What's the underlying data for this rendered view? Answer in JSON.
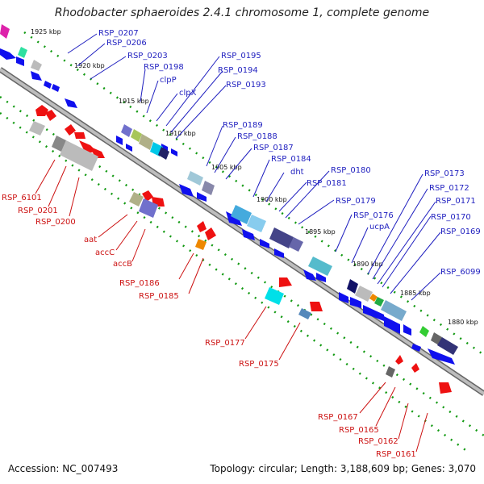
{
  "title": "Rhodobacter sphaeroides 2.4.1 chromosome 1, complete genome",
  "footer": {
    "accession": "Accession: NC_007493",
    "summary": "Topology: circular; Length: 3,188,609 bp; Genes: 3,070"
  },
  "scale_labels": [
    "1925 kbp",
    "1920 kbp",
    "1915 kbp",
    "1910 kbp",
    "1905 kbp",
    "1900 kbp",
    "1895 kbp",
    "1890 kbp",
    "1885 kbp",
    "1880 kbp"
  ],
  "genes_top": [
    "RSP_0207",
    "RSP_0206",
    "RSP_0203",
    "RSP_0198",
    "clpP",
    "clpX",
    "RSP_0195",
    "RSP_0194",
    "RSP_0193",
    "RSP_0189",
    "RSP_0188",
    "RSP_0187",
    "RSP_0184",
    "dht",
    "RSP_0181",
    "RSP_0180",
    "RSP_0179",
    "RSP_0176",
    "ucpA",
    "RSP_0173",
    "RSP_0172",
    "RSP_0171",
    "RSP_0170",
    "RSP_0169",
    "RSP_6099"
  ],
  "genes_bottom": [
    "RSP_6101",
    "RSP_0201",
    "RSP_0200",
    "aat",
    "accC",
    "accB",
    "RSP_0186",
    "RSP_0185",
    "RSP_0177",
    "RSP_0175",
    "RSP_0167",
    "RSP_0165",
    "RSP_0162",
    "RSP_0161"
  ],
  "colors": {
    "forward_gene": "#1010ee",
    "reverse_gene": "#ee1111",
    "backbone": "#9a9a9a",
    "tick": "#119911",
    "label_top": "#1f1fbf",
    "label_bottom": "#cc1111"
  }
}
